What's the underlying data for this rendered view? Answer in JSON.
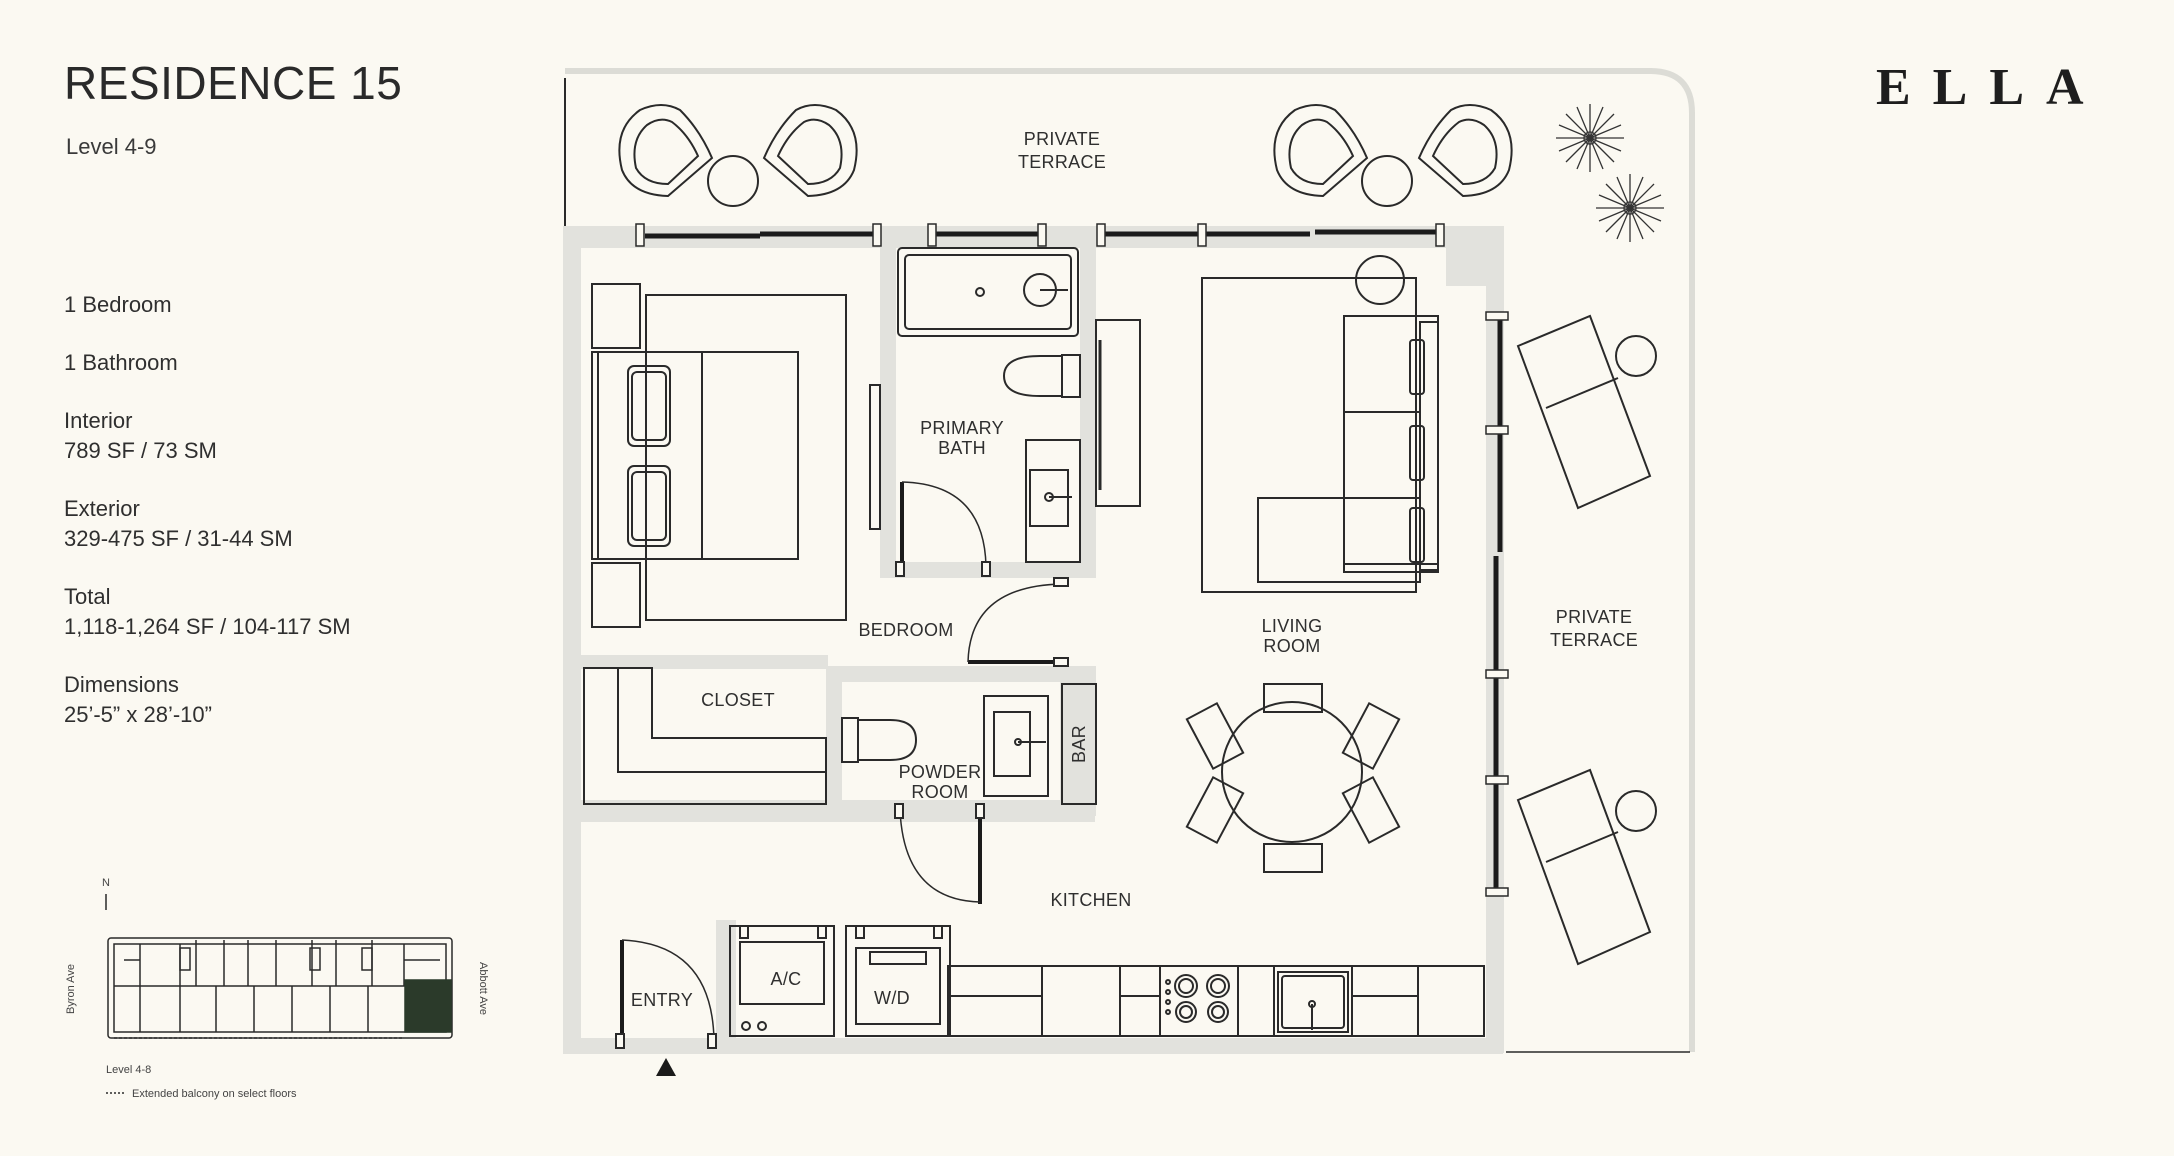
{
  "residence": {
    "title": "RESIDENCE 15",
    "level": "Level 4-9"
  },
  "brand": {
    "logo_text": "ELLA"
  },
  "specs": {
    "bedrooms": "1 Bedroom",
    "bathrooms": "1 Bathroom",
    "interior_label": "Interior",
    "interior_value": "789 SF / 73 SM",
    "exterior_label": "Exterior",
    "exterior_value": "329-475 SF / 31-44 SM",
    "total_label": "Total",
    "total_value": "1,118-1,264 SF / 104-117 SM",
    "dimensions_label": "Dimensions",
    "dimensions_value": "25’-5” x 28’-10”"
  },
  "rooms": {
    "private_terrace_top_1": "PRIVATE",
    "private_terrace_top_2": "TERRACE",
    "private_terrace_right_1": "PRIVATE",
    "private_terrace_right_2": "TERRACE",
    "primary_bath_1": "PRIMARY",
    "primary_bath_2": "BATH",
    "bedroom": "BEDROOM",
    "living_room_1": "LIVING",
    "living_room_2": "ROOM",
    "closet": "CLOSET",
    "powder_room_1": "POWDER",
    "powder_room_2": "ROOM",
    "bar": "BAR",
    "kitchen": "KITCHEN",
    "entry": "ENTRY",
    "ac": "A/C",
    "wd": "W/D"
  },
  "key_plan": {
    "north": "N",
    "street_west": "Byron Ave",
    "street_east": "Abbott Ave",
    "level_caption": "Level 4-8",
    "legend": "Extended balcony on select floors",
    "highlight_color": "#2b3a2a"
  },
  "colors": {
    "background": "#fbf9f2",
    "wall": "#e2e2dd",
    "line": "#2a2a2a"
  }
}
